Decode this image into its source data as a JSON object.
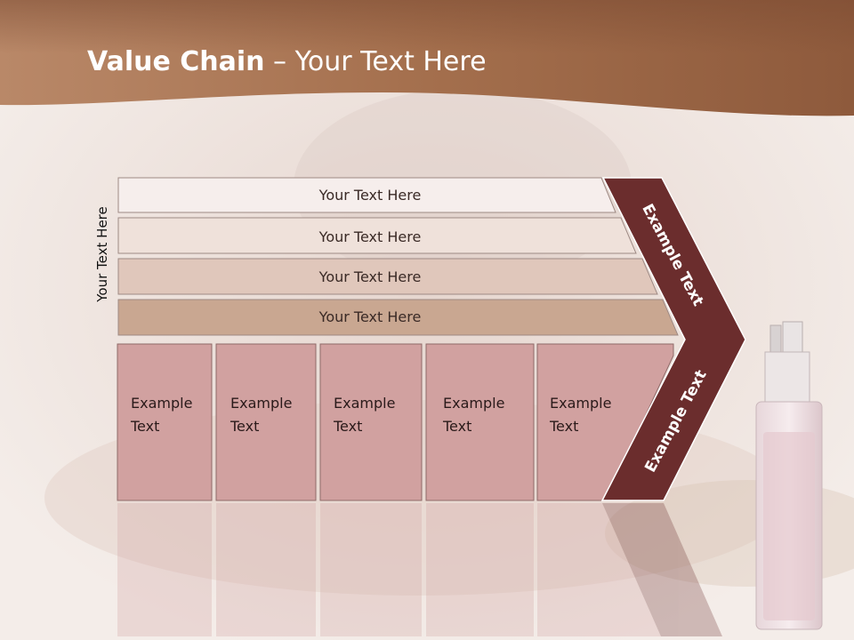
{
  "slide": {
    "title_bold": "Value Chain",
    "title_rest": " – Your Text Here"
  },
  "side_label": "Your Text Here",
  "rows": [
    {
      "label": "Your Text Here"
    },
    {
      "label": "Your Text Here"
    },
    {
      "label": "Your Text Here"
    },
    {
      "label": "Your Text Here"
    }
  ],
  "boxes": [
    {
      "line1": "Example",
      "line2": "Text"
    },
    {
      "line1": "Example",
      "line2": "Text"
    },
    {
      "line1": "Example",
      "line2": "Text"
    },
    {
      "line1": "Example",
      "line2": "Text"
    },
    {
      "line1": "Example",
      "line2": "Text"
    }
  ],
  "chevron": {
    "upper_label": "Example Text",
    "lower_label": "Example Text"
  },
  "colors": {
    "header": "#a5714f",
    "row1": "#f6eeec",
    "row2": "#efe1da",
    "row3": "#e0c7bb",
    "row4": "#c9a791",
    "box": "#d1a1a0",
    "chevron": "#6b2d2d"
  }
}
